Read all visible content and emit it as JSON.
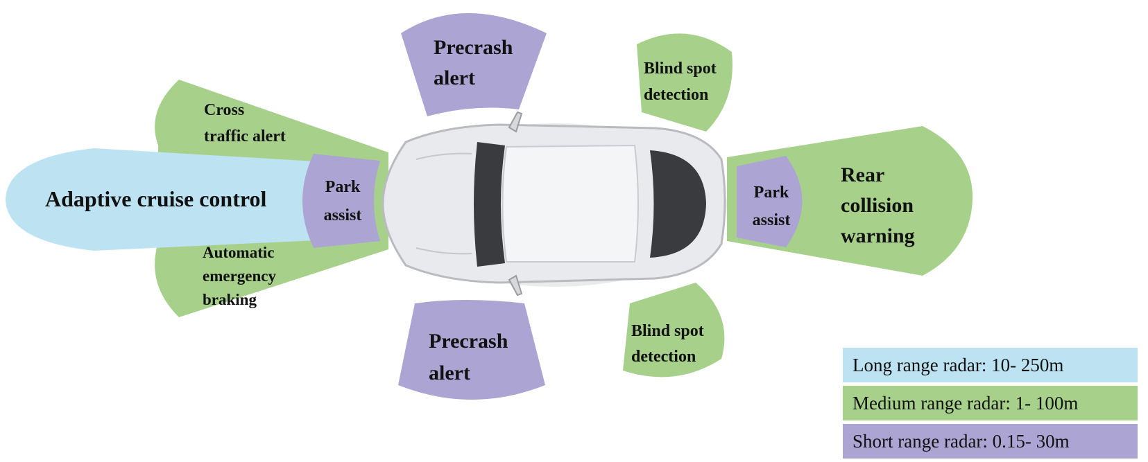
{
  "colors": {
    "long_range": "#bde3f3",
    "medium_range": "#a7d18b",
    "short_range": "#aca4d2",
    "car_body": "#e9eaee",
    "car_glass": "#3a3b3f"
  },
  "labels": {
    "adaptive_cruise": "Adaptive cruise control",
    "cross_traffic_1": "Cross",
    "cross_traffic_2": "traffic alert",
    "aeb_1": "Automatic",
    "aeb_2": "emergency",
    "aeb_3": "braking",
    "park_front_1": "Park",
    "park_front_2": "assist",
    "park_rear_1": "Park",
    "park_rear_2": "assist",
    "precrash_top_1": "Precrash",
    "precrash_top_2": "alert",
    "precrash_bottom_1": "Precrash",
    "precrash_bottom_2": "alert",
    "blind_top_1": "Blind spot",
    "blind_top_2": "detection",
    "blind_bottom_1": "Blind spot",
    "blind_bottom_2": "detection",
    "rear_1": "Rear",
    "rear_2": "collision",
    "rear_3": "warning"
  },
  "legend": {
    "long": "Long range radar: 10- 250m",
    "medium": "Medium range radar: 1- 100m",
    "short": "Short range radar: 0.15- 30m"
  },
  "icons": {
    "car": "car-top-view-icon"
  }
}
